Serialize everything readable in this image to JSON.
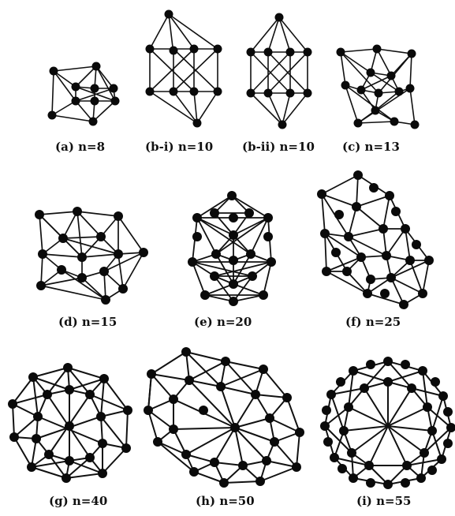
{
  "figure": {
    "panels": [
      {
        "id": "a",
        "caption": "(a) n=8"
      },
      {
        "id": "b-i",
        "caption": "(b-i) n=10"
      },
      {
        "id": "b-ii",
        "caption": "(b-ii) n=10"
      },
      {
        "id": "c",
        "caption": "(c) n=13"
      },
      {
        "id": "d",
        "caption": "(d) n=15"
      },
      {
        "id": "e",
        "caption": "(e) n=20"
      },
      {
        "id": "f",
        "caption": "(f) n=25"
      },
      {
        "id": "g",
        "caption": "(g) n=40"
      },
      {
        "id": "h",
        "caption": "(h) n=50"
      },
      {
        "id": "i",
        "caption": "(i) n=55"
      }
    ],
    "colors": {
      "edge": "#111111",
      "node": "#0a0a0a",
      "background": "#ffffff"
    }
  }
}
